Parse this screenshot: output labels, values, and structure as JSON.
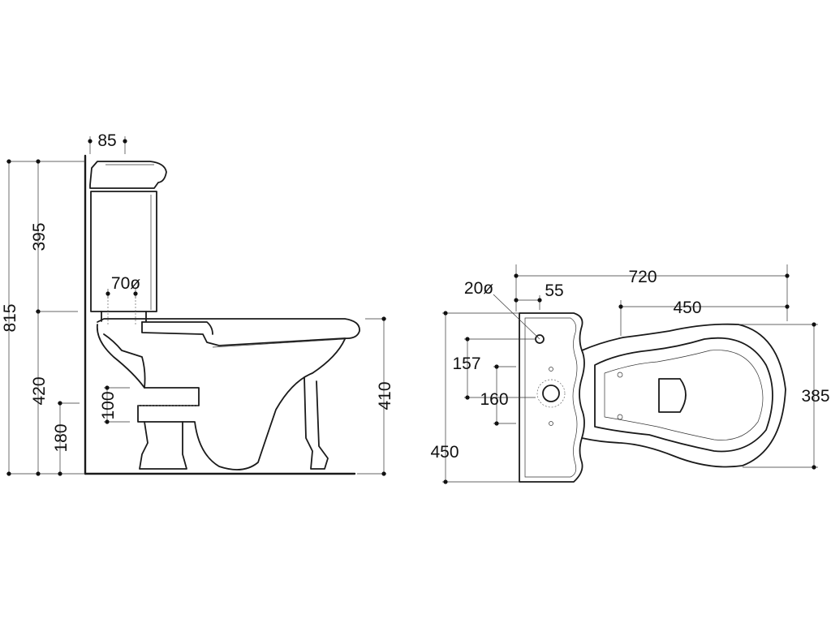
{
  "colors": {
    "line": "#1a1a1a",
    "background": "#ffffff"
  },
  "side_view": {
    "dim_total_height": "815",
    "dim_cistern_height": "395",
    "dim_seat_height": "420",
    "dim_outlet_height": "180",
    "dim_cistern_depth": "85",
    "dim_connector_diameter": "70ø",
    "dim_outlet_diameter": "100",
    "dim_bowl_height": "410"
  },
  "top_view": {
    "dim_overall_length": "720",
    "dim_bowl_length": "450",
    "dim_hole_diameter": "20ø",
    "dim_hole_offset": "55",
    "dim_hole_spacing_a": "157",
    "dim_hole_spacing_b": "160",
    "dim_cistern_width": "450",
    "dim_bowl_width": "385"
  }
}
